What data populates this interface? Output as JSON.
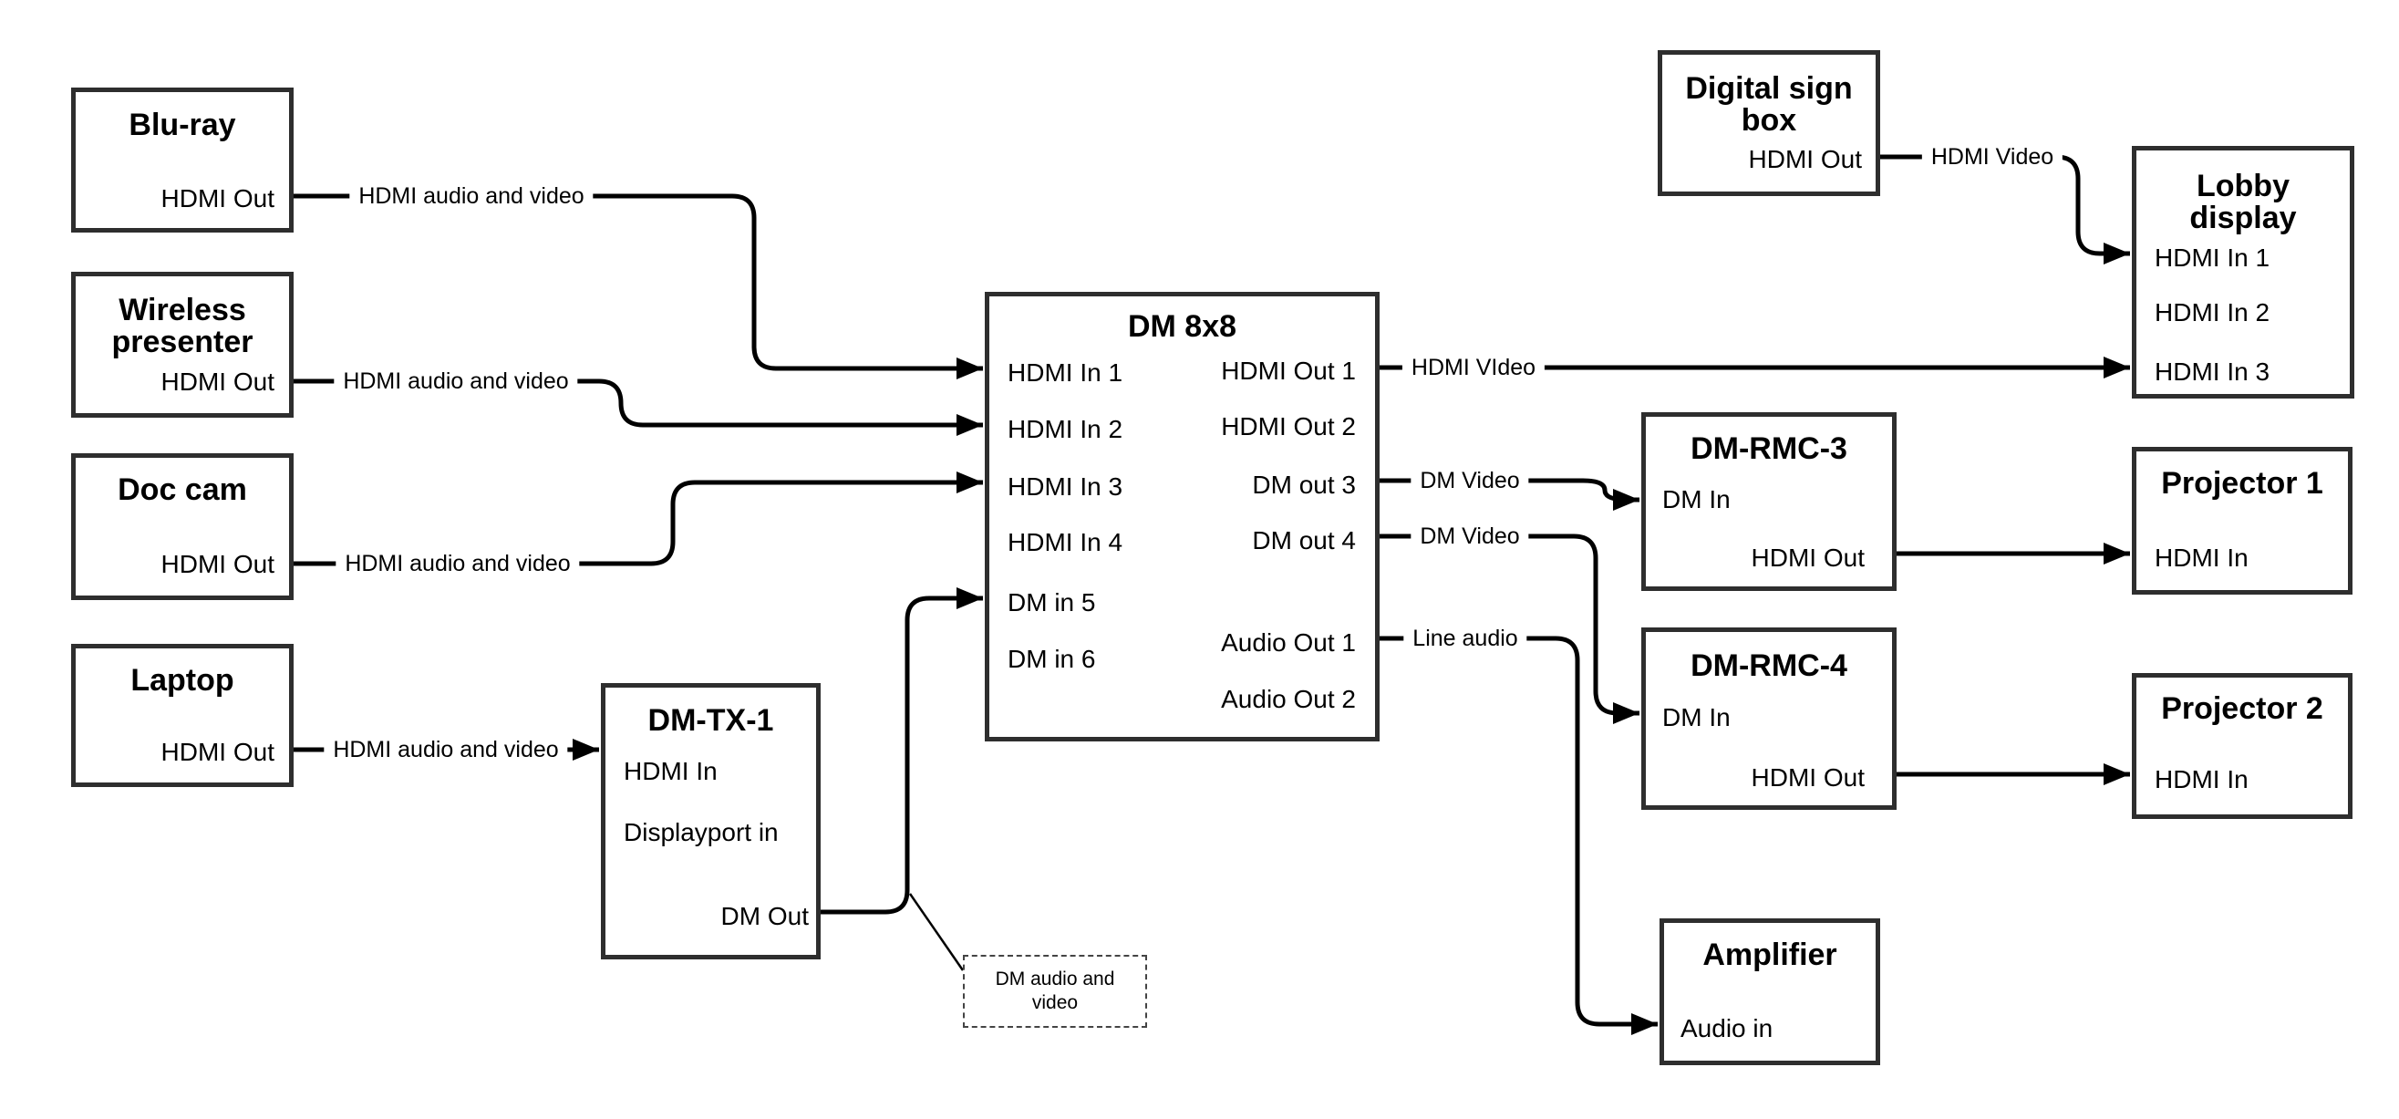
{
  "colors": {
    "background": "#ffffff",
    "wire": "#000000",
    "box_border": "#2e2e2e",
    "text": "#000000"
  },
  "devices": {
    "bluray": {
      "title": "Blu-ray",
      "hdmi_out": "HDMI Out"
    },
    "wireless_presenter": {
      "title": "Wireless presenter",
      "hdmi_out": "HDMI Out"
    },
    "doc_cam": {
      "title": "Doc cam",
      "hdmi_out": "HDMI Out"
    },
    "laptop": {
      "title": "Laptop",
      "hdmi_out": "HDMI Out"
    },
    "dm_tx_1": {
      "title": "DM-TX-1",
      "hdmi_in": "HDMI In",
      "displayport_in": "Displayport in",
      "dm_out": "DM Out"
    },
    "dm_8x8": {
      "title": "DM 8x8",
      "hdmi_in_1": "HDMI In 1",
      "hdmi_in_2": "HDMI In 2",
      "hdmi_in_3": "HDMI In 3",
      "hdmi_in_4": "HDMI In 4",
      "dm_in_5": "DM in 5",
      "dm_in_6": "DM in 6",
      "hdmi_out_1": "HDMI Out 1",
      "hdmi_out_2": "HDMI Out 2",
      "dm_out_3": "DM out 3",
      "dm_out_4": "DM out 4",
      "audio_out_1": "Audio Out 1",
      "audio_out_2": "Audio Out 2"
    },
    "digital_sign_box": {
      "title": "Digital sign box",
      "hdmi_out": "HDMI Out"
    },
    "lobby_display": {
      "title": "Lobby display",
      "hdmi_in_1": "HDMI In 1",
      "hdmi_in_2": "HDMI In 2",
      "hdmi_in_3": "HDMI In 3"
    },
    "dm_rmc_3": {
      "title": "DM-RMC-3",
      "dm_in": "DM In",
      "hdmi_out": "HDMI Out"
    },
    "projector_1": {
      "title": "Projector 1",
      "hdmi_in": "HDMI In"
    },
    "dm_rmc_4": {
      "title": "DM-RMC-4",
      "dm_in": "DM In",
      "hdmi_out": "HDMI Out"
    },
    "projector_2": {
      "title": "Projector 2",
      "hdmi_in": "HDMI In"
    },
    "amplifier": {
      "title": "Amplifier",
      "audio_in": "Audio in"
    }
  },
  "wire_labels": {
    "bluray_to_dm8x8": "HDMI audio and video",
    "wireless_to_dm8x8": "HDMI audio and video",
    "doccam_to_dm8x8": "HDMI audio and video",
    "laptop_to_dmtx1": "HDMI audio and video",
    "hdmi_out_1_to_lobby": "HDMI VIdeo",
    "digital_sign_to_lobby": "HDMI Video",
    "dm_out_3_to_rmc3": "DM Video",
    "dm_out_4_to_rmc4": "DM Video",
    "audio_out_1_to_amplifier": "Line audio"
  },
  "annotation": {
    "dm_av_note": "DM audio and video"
  }
}
